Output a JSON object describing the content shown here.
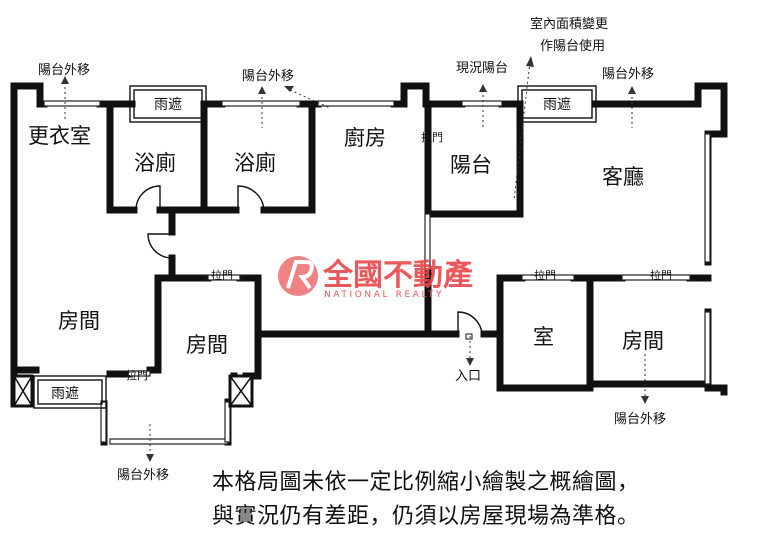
{
  "rooms": {
    "dressing": "更衣室",
    "bath1": "浴廁",
    "bath2": "浴廁",
    "kitchen": "廚房",
    "balcony": "陽台",
    "living": "客廳",
    "bedroom_left": "房間",
    "bedroom_center": "房間",
    "room_small": "室",
    "bedroom_right": "房間"
  },
  "labels": {
    "awning": "雨遮",
    "balcony_moved": "陽台外移",
    "current_balcony": "現況陽台",
    "interior_change_1": "室內面積變更",
    "interior_change_2": "作陽台使用",
    "sliding_door": "拉門",
    "entrance": "入口"
  },
  "logo": {
    "name_zh": "全國不動產",
    "name_en": "NATIONAL REALTY",
    "color": "#e8474a"
  },
  "disclaimer": {
    "line1": "本格局圖未依一定比例縮小繪製之概繪圖，",
    "line2": "與實況仍有差距，仍須以房屋現場為準格。"
  }
}
